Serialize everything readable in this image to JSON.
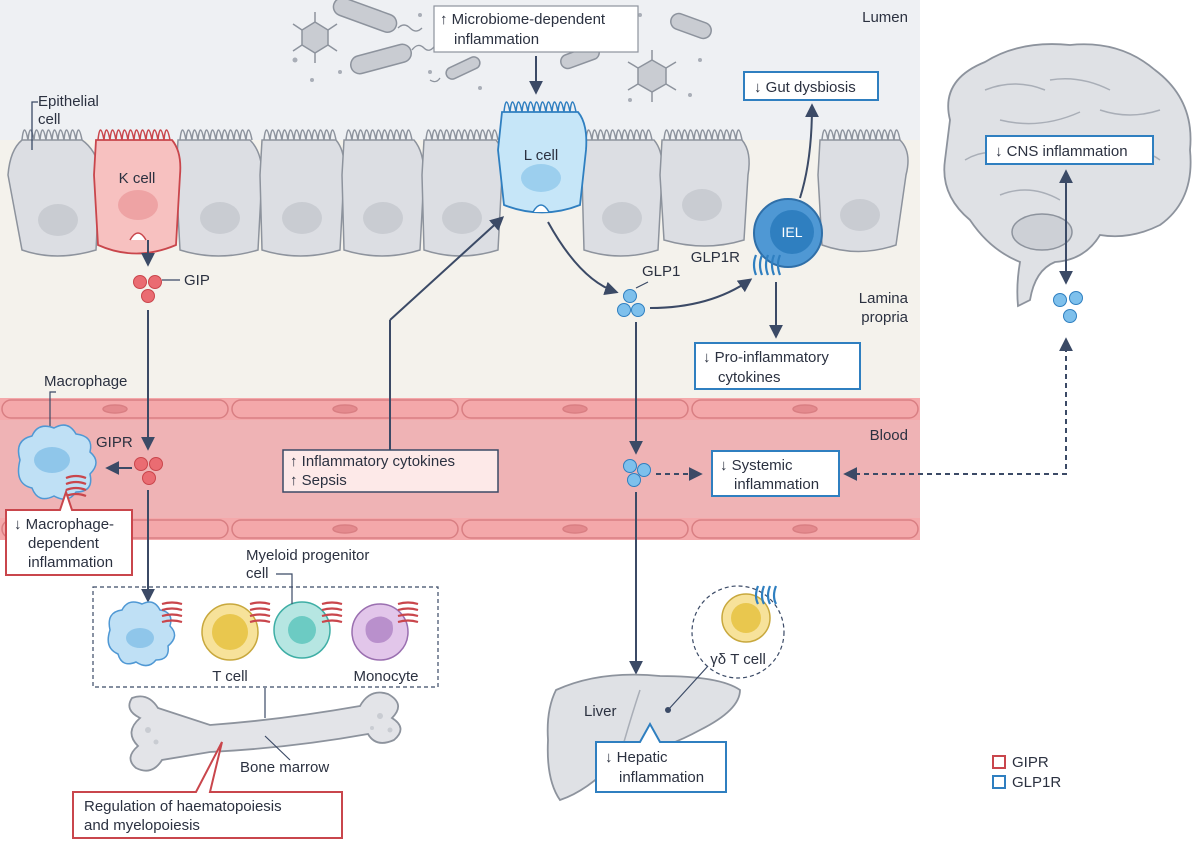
{
  "regions": {
    "lumen": "Lumen",
    "lamina_propria_1": "Lamina",
    "lamina_propria_2": "propria",
    "blood": "Blood"
  },
  "cells": {
    "epithelial_1": "Epithelial",
    "epithelial_2": "cell",
    "k_cell": "K cell",
    "l_cell": "L cell",
    "iel": "IEL",
    "macrophage": "Macrophage",
    "t_cell": "T cell",
    "monocyte": "Monocyte",
    "myeloid_1": "Myeloid progenitor",
    "myeloid_2": "cell",
    "gd_t_cell": "γδ T cell",
    "liver": "Liver",
    "bone_marrow": "Bone marrow"
  },
  "molecules": {
    "gip": "GIP",
    "glp1": "GLP1",
    "gipr": "GIPR",
    "glp1r": "GLP1R"
  },
  "boxes": {
    "microbiome_1": "↑ Microbiome-dependent",
    "microbiome_2": "inflammation",
    "gut_dysbiosis": "↓ Gut dysbiosis",
    "cns": "↓ CNS inflammation",
    "pro_inflam_1": "↓ Pro-inflammatory",
    "pro_inflam_2": "cytokines",
    "inflam_cyt_1": "↑ Inflammatory cytokines",
    "inflam_cyt_2": "↑ Sepsis",
    "systemic_1": "↓ Systemic",
    "systemic_2": "inflammation",
    "macro_dep_1": "↓ Macrophage-",
    "macro_dep_2": "dependent",
    "macro_dep_3": "inflammation",
    "hepatic_1": "↓ Hepatic",
    "hepatic_2": "inflammation",
    "haemato_1": "Regulation of haematopoiesis",
    "haemato_2": "and myelopoiesis"
  },
  "legend": {
    "gipr": "GIPR",
    "glp1r": "GLP1R"
  },
  "colors": {
    "gipr": "#c9464c",
    "glp1r": "#2f7fc0",
    "lumen_bg": "#eef0f3",
    "lamina_bg": "#f4f2ec",
    "blood_bg": "#efb1b3",
    "vessel_wall": "#f3a6a8",
    "arrow": "#3b4a66"
  }
}
